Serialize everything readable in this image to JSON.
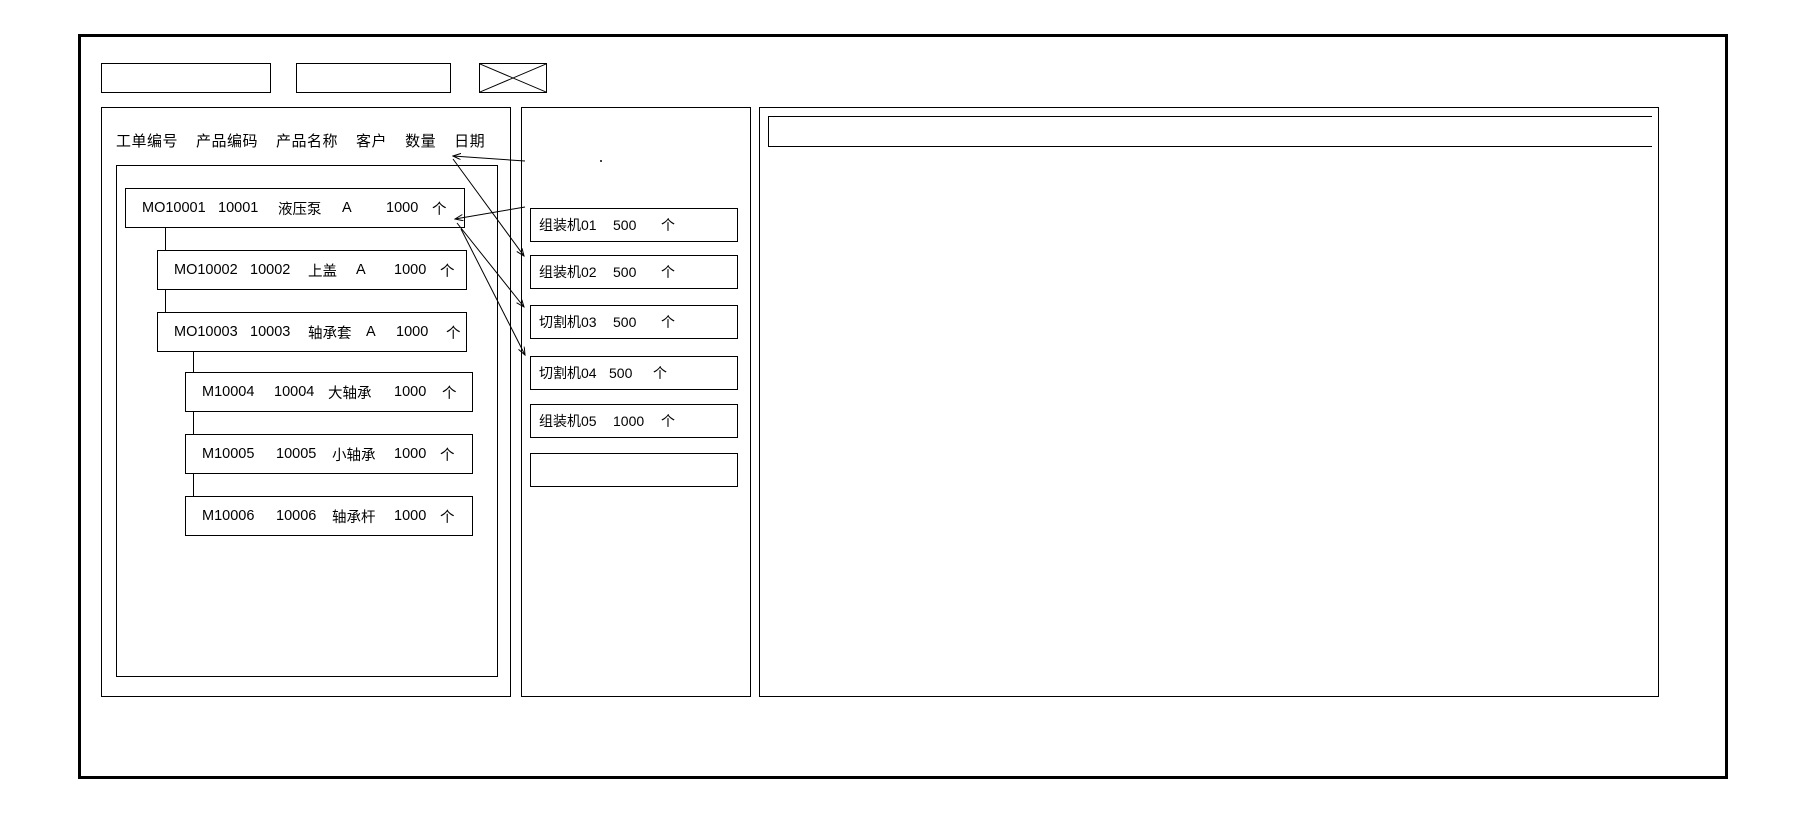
{
  "window": {
    "title_bar_present": true
  },
  "toolbar": {
    "field_1_value": "",
    "field_2_value": "",
    "image_placeholder_name": "image-placeholder-icon"
  },
  "left_panel": {
    "column_headers": [
      "工单编号",
      "产品编码",
      "产品名称",
      "客户",
      "数量",
      "日期"
    ],
    "rows": [
      {
        "level": 0,
        "order_no": "MO10001",
        "product_code": "10001",
        "product_name": "液压泵",
        "customer": "A",
        "quantity": "1000",
        "unit": "个"
      },
      {
        "level": 1,
        "order_no": "MO10002",
        "product_code": "10002",
        "product_name": "上盖",
        "customer": "A",
        "quantity": "1000",
        "unit": "个"
      },
      {
        "level": 1,
        "order_no": "MO10003",
        "product_code": "10003",
        "product_name": "轴承套",
        "customer": "A",
        "quantity": "1000",
        "unit": "个"
      },
      {
        "level": 2,
        "order_no": "M10004",
        "product_code": "10004",
        "product_name": "大轴承",
        "customer": "",
        "quantity": "1000",
        "unit": "个"
      },
      {
        "level": 2,
        "order_no": "M10005",
        "product_code": "10005",
        "product_name": "小轴承",
        "customer": "",
        "quantity": "1000",
        "unit": "个"
      },
      {
        "level": 2,
        "order_no": "M10006",
        "product_code": "10006",
        "product_name": "轴承杆",
        "customer": "",
        "quantity": "1000",
        "unit": "个"
      }
    ]
  },
  "middle_panel": {
    "cards": [
      {
        "machine": "组装机01",
        "quantity": "500",
        "unit": "个"
      },
      {
        "machine": "组装机02",
        "quantity": "500",
        "unit": "个"
      },
      {
        "machine": "切割机03",
        "quantity": "500",
        "unit": "个"
      },
      {
        "machine": "切割机04",
        "quantity": "500",
        "unit": "个"
      },
      {
        "machine": "组装机05",
        "quantity": "1000",
        "unit": "个"
      },
      {
        "machine": "",
        "quantity": "",
        "unit": ""
      }
    ]
  },
  "right_panel": {
    "header_text": "",
    "body_text": ""
  },
  "colors": {
    "stroke": "#000000",
    "background": "#ffffff"
  }
}
